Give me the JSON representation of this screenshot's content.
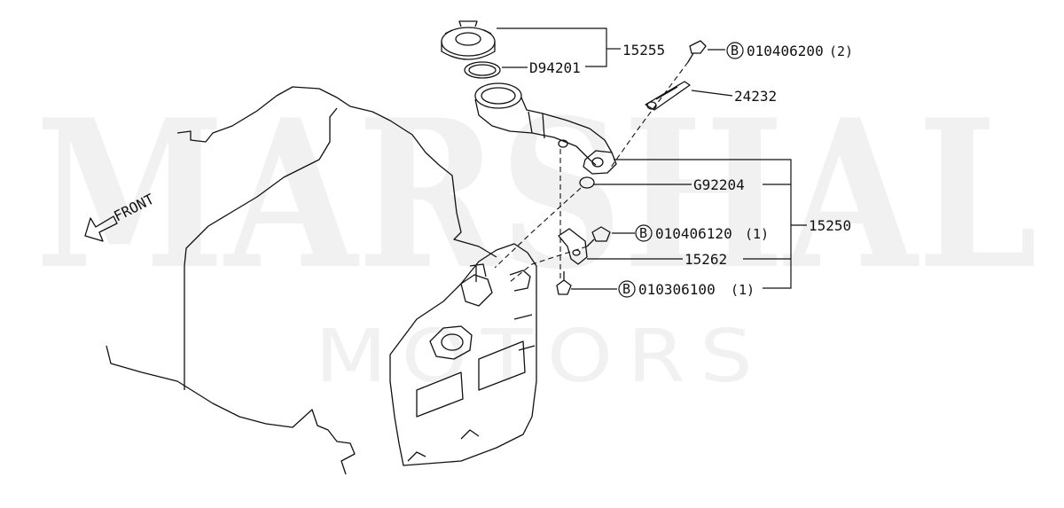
{
  "watermark": {
    "brand": "MARSHAL",
    "sub": "MOTORS"
  },
  "front_label": "FRONT",
  "callouts": {
    "c15255": "15255",
    "cD94201": "D94201",
    "c24232": "24232",
    "cG92204": "G92204",
    "c15250": "15250",
    "c15262": "15262"
  },
  "bolts": [
    {
      "badge": "B",
      "part": "010406200",
      "qty": "(2)"
    },
    {
      "badge": "B",
      "part": "010406120",
      "qty": "(1)"
    },
    {
      "badge": "B",
      "part": "010306100",
      "qty": "(1)"
    }
  ]
}
